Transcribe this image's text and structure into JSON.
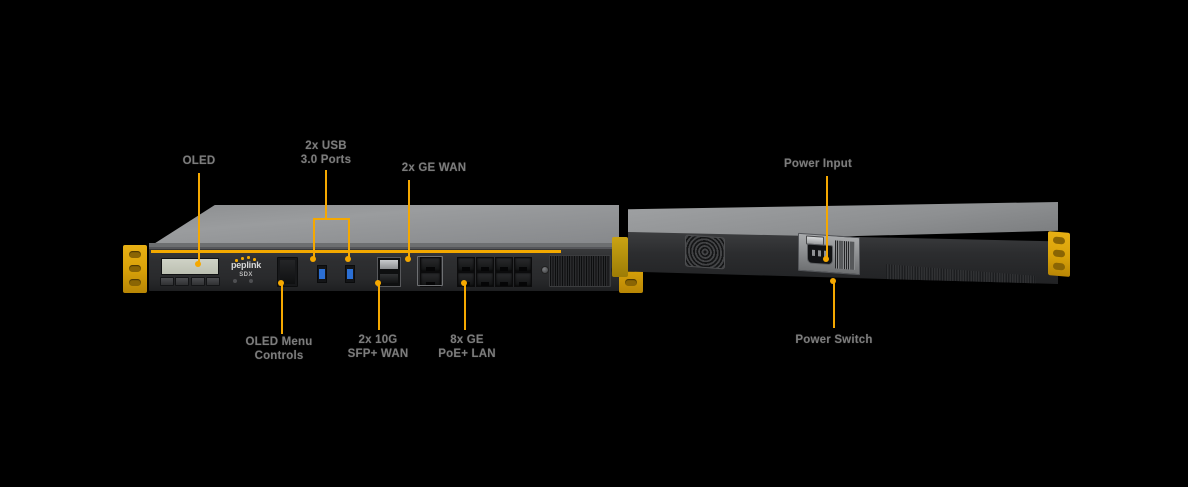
{
  "diagram": {
    "product_brand": "peplink",
    "product_model": "SDX",
    "background_color": "#000000",
    "leader_color": "#f5a800",
    "label_color": "#7c7c7c",
    "chassis_accent_color": "#f3a900",
    "rack_ear_color": "#d9a209"
  },
  "callouts": {
    "top": [
      {
        "id": "oled",
        "text": "OLED"
      },
      {
        "id": "usb",
        "text": "2x USB\n3.0 Ports"
      },
      {
        "id": "ge-wan",
        "text": "2x GE WAN"
      },
      {
        "id": "power-input",
        "text": "Power Input"
      }
    ],
    "bottom": [
      {
        "id": "oled-menu",
        "text": "OLED Menu\nControls"
      },
      {
        "id": "sfp-wan",
        "text": "2x 10G\nSFP+ WAN"
      },
      {
        "id": "poe-lan",
        "text": "8x GE\nPoE+ LAN"
      },
      {
        "id": "power-switch",
        "text": "Power Switch"
      }
    ]
  }
}
